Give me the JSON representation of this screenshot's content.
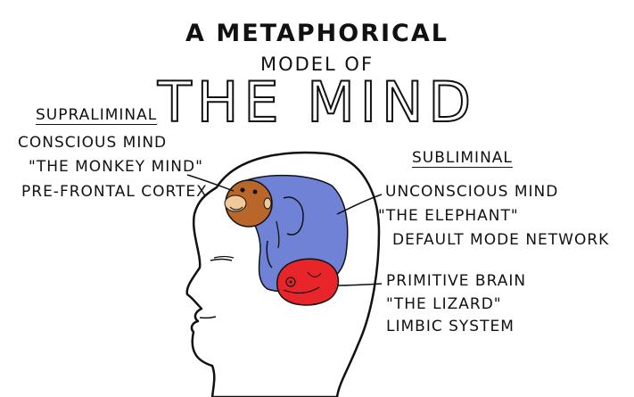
{
  "title": {
    "line1": "A METAPHORICAL",
    "line2": "MODEL OF",
    "line3": "THE MIND"
  },
  "supraliminal": {
    "heading": "SUPRALIMINAL",
    "lines": [
      "CONSCIOUS MIND",
      "\"THE MONKEY MIND\"",
      "PRE-FRONTAL CORTEX"
    ]
  },
  "subliminal": {
    "heading": "SUBLIMINAL",
    "unconscious": [
      "UNCONSCIOUS MIND",
      "\"THE ELEPHANT\"",
      "DEFAULT MODE NETWORK"
    ],
    "primitive": [
      "PRIMITIVE BRAIN",
      "\"THE LIZARD\"",
      "LIMBIC SYSTEM"
    ]
  },
  "colors": {
    "monkey": "#b8662a",
    "elephant": "#6f82d6",
    "lizard": "#e8252a",
    "outline": "#111111"
  },
  "icons": [
    "head-outline",
    "monkey-icon",
    "elephant-icon",
    "lizard-icon"
  ]
}
